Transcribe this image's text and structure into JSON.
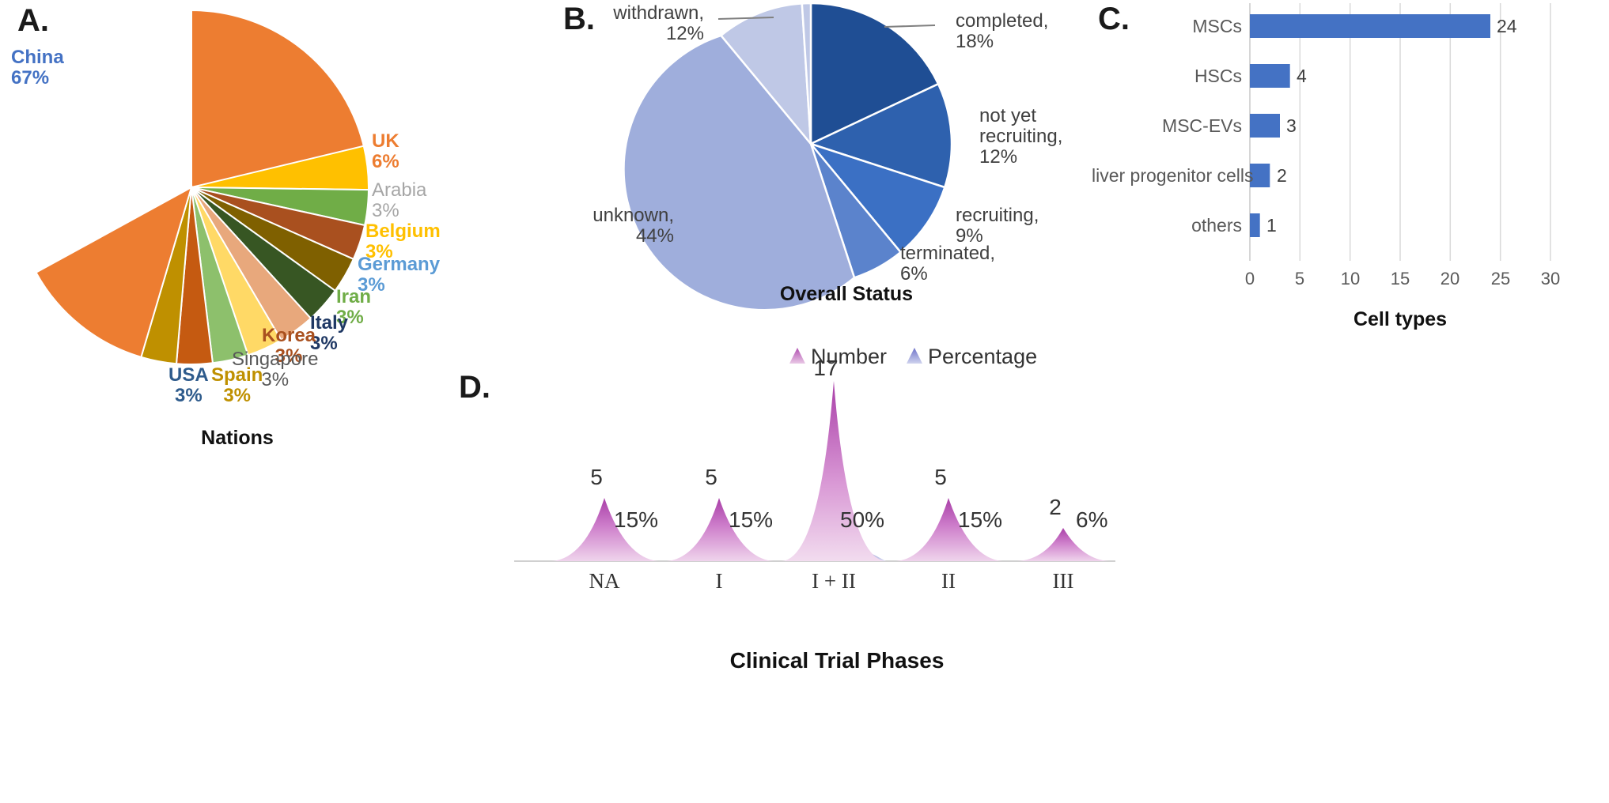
{
  "figure": {
    "panels": [
      "A.",
      "B.",
      "C.",
      "D."
    ]
  },
  "chart_data": [
    {
      "type": "pie",
      "panel": "A.",
      "title": "Nations",
      "xlabel": "",
      "ylabel": "",
      "legend": "labels-outside",
      "categories": [
        "China",
        "UK",
        "Arabia",
        "Belgium",
        "Germany",
        "Iran",
        "Italy",
        "Korea",
        "Singapore",
        "Spain",
        "USA"
      ],
      "values": [
        67,
        6,
        3,
        3,
        3,
        3,
        3,
        3,
        3,
        3,
        3
      ],
      "value_labels": [
        "67%",
        "6%",
        "3%",
        "3%",
        "3%",
        "3%",
        "3%",
        "3%",
        "3%",
        "3%",
        "3%"
      ],
      "colors": [
        "#ED7D31",
        "#FFC000",
        "#70AD47",
        "#A9501F",
        "#7F6000",
        "#375623",
        "#E8A87C",
        "#FFD966",
        "#8DC06C",
        "#C55A11",
        "#BF9000"
      ],
      "label_colors": [
        "#4472C4",
        "#ED7D31",
        "#A6A6A6",
        "#FFC000",
        "#5B9BD5",
        "#70AD47",
        "#1F3864",
        "#A9501F",
        "#595959",
        "#BF9000",
        "#2E5B8C"
      ]
    },
    {
      "type": "pie",
      "panel": "B.",
      "title": "Overall Status",
      "xlabel": "",
      "ylabel": "",
      "legend": "labels-outside",
      "categories": [
        "completed",
        "not yet recruiting",
        "recruiting",
        "terminated",
        "unknown",
        "withdrawn"
      ],
      "values": [
        18,
        12,
        9,
        6,
        44,
        12
      ],
      "value_labels": [
        "18%",
        "12%",
        "9%",
        "6%",
        "44%",
        "12%"
      ],
      "colors": [
        "#1F4E94",
        "#2E61AE",
        "#3B70C4",
        "#5B83CC",
        "#9FAEDC",
        "#BFC8E6"
      ],
      "label_texts": [
        "completed,\n18%",
        "not yet\nrecruiting,\n12%",
        "recruiting,\n9%",
        "terminated,\n6%",
        "unknown,\n44%",
        "withdrawn,\n12%"
      ]
    },
    {
      "type": "bar",
      "orientation": "horizontal",
      "panel": "C.",
      "title": "",
      "xlabel": "Cell types",
      "ylabel": "",
      "categories": [
        "MSCs",
        "HSCs",
        "MSC-EVs",
        "liver progenitor cells",
        "others"
      ],
      "values": [
        24,
        4,
        3,
        2,
        1
      ],
      "value_labels": [
        "24",
        "4",
        "3",
        "2",
        "1"
      ],
      "xticks": [
        0,
        5,
        10,
        15,
        20,
        25,
        30
      ],
      "xtick_labels": [
        "0",
        "5",
        "10",
        "15",
        "20",
        "25",
        "30"
      ],
      "xlim": [
        0,
        30
      ],
      "grid": true,
      "bar_color": "#4472C4"
    },
    {
      "type": "area",
      "panel": "D.",
      "title": "",
      "xlabel": "Clinical Trial Phases",
      "ylabel": "",
      "categories": [
        "NA",
        "I",
        "I + II",
        "II",
        "III"
      ],
      "series": [
        {
          "name": "Number",
          "values": [
            5,
            5,
            17,
            5,
            2
          ],
          "labels": [
            "5",
            "5",
            "17",
            "5",
            "2"
          ],
          "color": "#C060C0"
        },
        {
          "name": "Percentage",
          "values": [
            15,
            15,
            50,
            15,
            6
          ],
          "labels": [
            "15%",
            "15%",
            "50%",
            "15%",
            "6%"
          ],
          "color": "#7B7FD4"
        }
      ],
      "legend": [
        "Number",
        "Percentage"
      ],
      "legend_position": "top-right",
      "grid": false
    }
  ]
}
